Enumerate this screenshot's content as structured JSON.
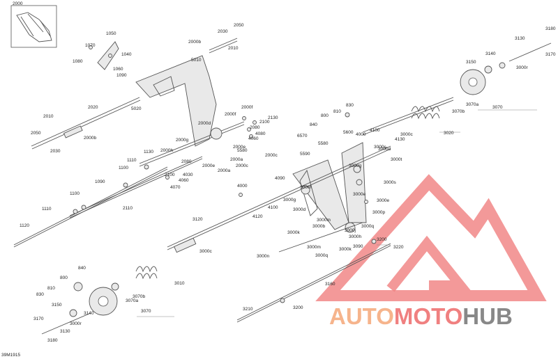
{
  "diagram_code": "39M1915",
  "inset_label": "2000",
  "watermark": {
    "part1": "AUTO",
    "part2": "MOTO",
    "part3": "HUB",
    "color_orange": "#F6B48C",
    "color_red": "#F08080",
    "color_gray": "#888888"
  },
  "labels": [
    {
      "t": "2050"
    },
    {
      "t": "2030"
    },
    {
      "t": "2000b"
    },
    {
      "t": "2010"
    },
    {
      "t": "1050"
    },
    {
      "t": "1070"
    },
    {
      "t": "1040"
    },
    {
      "t": "1080"
    },
    {
      "t": "1060"
    },
    {
      "t": "1090"
    },
    {
      "t": "5010"
    },
    {
      "t": "5020"
    },
    {
      "t": "2020"
    },
    {
      "t": "2010"
    },
    {
      "t": "2050"
    },
    {
      "t": "2000b"
    },
    {
      "t": "2030"
    },
    {
      "t": "2000f"
    },
    {
      "t": "2000f"
    },
    {
      "t": "2130"
    },
    {
      "t": "2100"
    },
    {
      "t": "2080"
    },
    {
      "t": "4080"
    },
    {
      "t": "4060"
    },
    {
      "t": "2000d"
    },
    {
      "t": "2000g"
    },
    {
      "t": "2000e"
    },
    {
      "t": "5580"
    },
    {
      "t": "2000a"
    },
    {
      "t": "2000c"
    },
    {
      "t": "2000c"
    },
    {
      "t": "2000h"
    },
    {
      "t": "1130"
    },
    {
      "t": "1110"
    },
    {
      "t": "1100"
    },
    {
      "t": "2080"
    },
    {
      "t": "2000e"
    },
    {
      "t": "2000a"
    },
    {
      "t": "2100"
    },
    {
      "t": "4030"
    },
    {
      "t": "4060"
    },
    {
      "t": "4070"
    },
    {
      "t": "1090"
    },
    {
      "t": "1100"
    },
    {
      "t": "2110"
    },
    {
      "t": "1110"
    },
    {
      "t": "1120"
    },
    {
      "t": "3120"
    },
    {
      "t": "4000"
    },
    {
      "t": "4100"
    },
    {
      "t": "4120"
    },
    {
      "t": "3000c"
    },
    {
      "t": "840"
    },
    {
      "t": "800"
    },
    {
      "t": "810"
    },
    {
      "t": "830"
    },
    {
      "t": "3150"
    },
    {
      "t": "3140"
    },
    {
      "t": "3170"
    },
    {
      "t": "3000r"
    },
    {
      "t": "3130"
    },
    {
      "t": "3180"
    },
    {
      "t": "3070a"
    },
    {
      "t": "3070b"
    },
    {
      "t": "3070"
    },
    {
      "t": "3010"
    },
    {
      "t": "3180"
    },
    {
      "t": "3130"
    },
    {
      "t": "3170"
    },
    {
      "t": "3150"
    },
    {
      "t": "3140"
    },
    {
      "t": "3000r"
    },
    {
      "t": "3070a"
    },
    {
      "t": "3070b"
    },
    {
      "t": "3070"
    },
    {
      "t": "830"
    },
    {
      "t": "810"
    },
    {
      "t": "800"
    },
    {
      "t": "840"
    },
    {
      "t": "6570"
    },
    {
      "t": "5600"
    },
    {
      "t": "4000"
    },
    {
      "t": "4100"
    },
    {
      "t": "3000c"
    },
    {
      "t": "3020"
    },
    {
      "t": "5580"
    },
    {
      "t": "5590"
    },
    {
      "t": "3000s"
    },
    {
      "t": "4130"
    },
    {
      "t": "3000d"
    },
    {
      "t": "3000t"
    },
    {
      "t": "3000g"
    },
    {
      "t": "4090"
    },
    {
      "t": "3000s"
    },
    {
      "t": "3000f"
    },
    {
      "t": "3000g"
    },
    {
      "t": "3000d"
    },
    {
      "t": "3000e"
    },
    {
      "t": "3000e"
    },
    {
      "t": "3000p"
    },
    {
      "t": "3000m"
    },
    {
      "t": "3000b"
    },
    {
      "t": "3000q"
    },
    {
      "t": "3000j"
    },
    {
      "t": "3000h"
    },
    {
      "t": "3000k"
    },
    {
      "t": "3090"
    },
    {
      "t": "3200"
    },
    {
      "t": "3220"
    },
    {
      "t": "3000m"
    },
    {
      "t": "3000k"
    },
    {
      "t": "3000n"
    },
    {
      "t": "3000q"
    },
    {
      "t": "3160"
    },
    {
      "t": "3210"
    },
    {
      "t": "3200"
    }
  ]
}
